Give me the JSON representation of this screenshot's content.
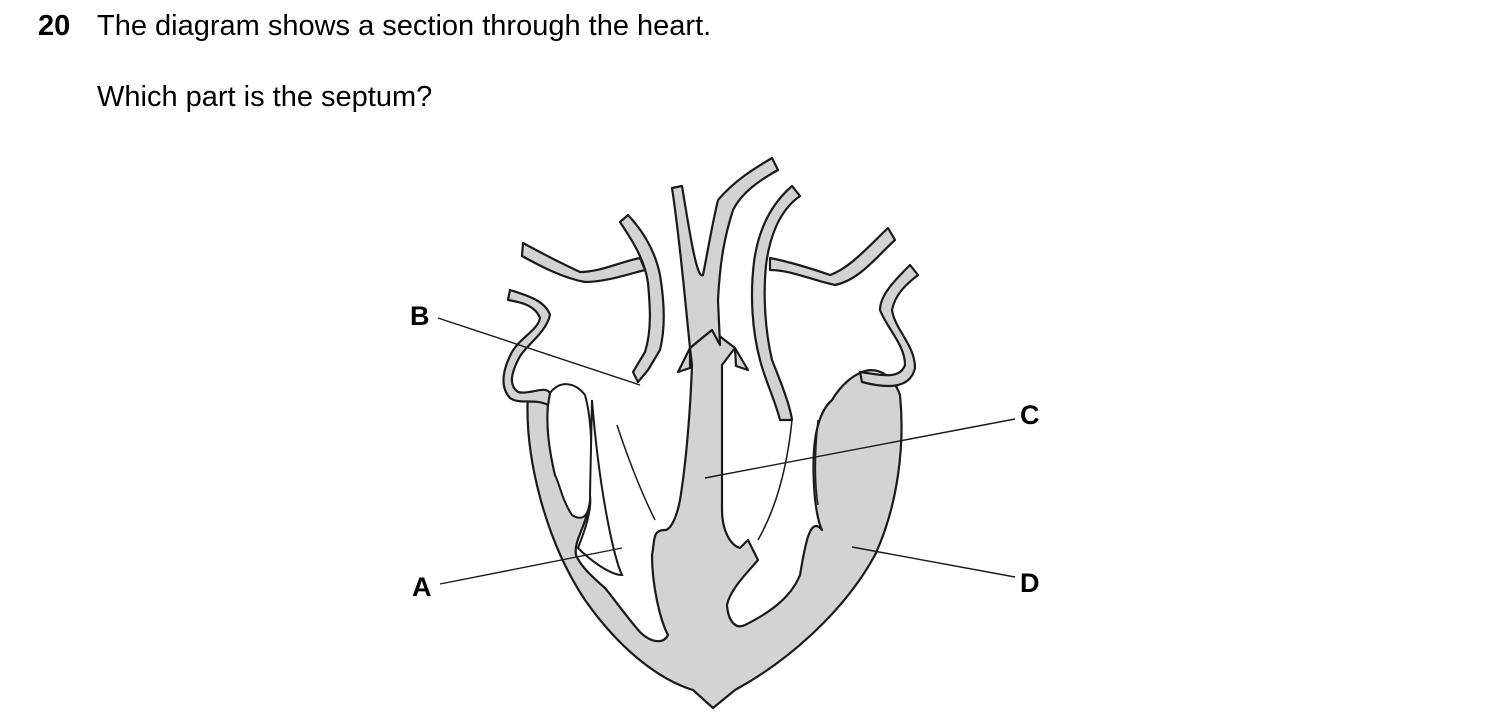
{
  "question": {
    "number": "20",
    "stem": "The diagram shows a section through the heart.",
    "prompt": "Which part is the septum?"
  },
  "diagram": {
    "labels": {
      "a": "A",
      "b": "B",
      "c": "C",
      "d": "D"
    },
    "colors": {
      "tissue": "#d3d3d3",
      "outline": "#1a1a1a"
    }
  }
}
